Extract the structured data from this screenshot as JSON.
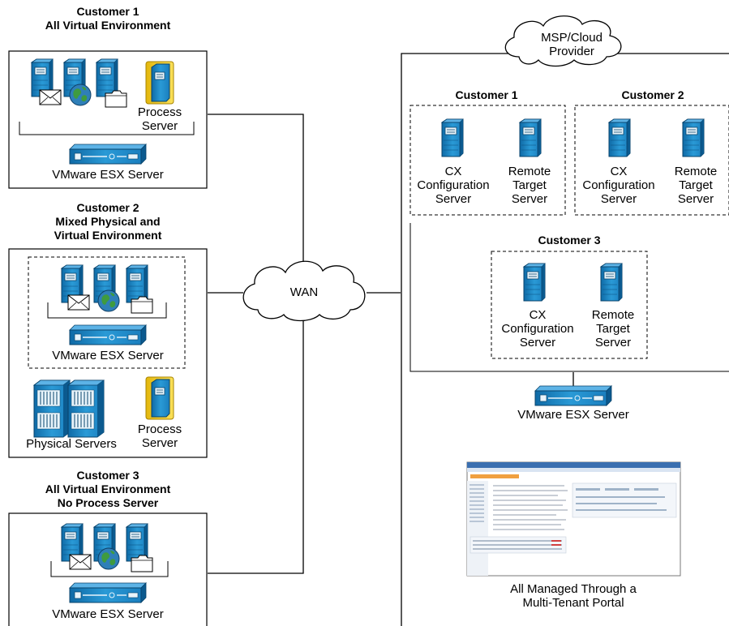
{
  "colors": {
    "server_blue": "#1e88c6",
    "server_dark": "#0d5f93",
    "process_yellow": "#f5d21a",
    "line": "#000000"
  },
  "left": {
    "customer1": {
      "title_line1": "Customer 1",
      "title_line2": "All Virtual Environment",
      "process_server_line1": "Process",
      "process_server_line2": "Server",
      "esx_label": "VMware ESX Server",
      "icons": [
        "server-icon",
        "mail-icon",
        "globe-icon",
        "folder-icon",
        "process-server-icon",
        "esx-host-icon"
      ]
    },
    "customer2": {
      "title_line1": "Customer 2",
      "title_line2": "Mixed Physical and",
      "title_line3": "Virtual Environment",
      "esx_label": "VMware ESX Server",
      "physical_label": "Physical Servers",
      "process_server_line1": "Process",
      "process_server_line2": "Server"
    },
    "customer3": {
      "title_line1": "Customer 3",
      "title_line2": "All Virtual Environment",
      "title_line3": "No Process Server",
      "esx_label": "VMware ESX Server"
    }
  },
  "wan": {
    "label": "WAN"
  },
  "provider": {
    "cloud_line1": "MSP/Cloud",
    "cloud_line2": "Provider",
    "esx_label": "VMware ESX Server",
    "portal_caption_line1": "All Managed Through a",
    "portal_caption_line2": "Multi-Tenant Portal",
    "customers": [
      {
        "title": "Customer 1",
        "cx_line1": "CX",
        "cx_line2": "Configuration",
        "cx_line3": "Server",
        "rt_line1": "Remote",
        "rt_line2": "Target",
        "rt_line3": "Server"
      },
      {
        "title": "Customer 2",
        "cx_line1": "CX",
        "cx_line2": "Configuration",
        "cx_line3": "Server",
        "rt_line1": "Remote",
        "rt_line2": "Target",
        "rt_line3": "Server"
      },
      {
        "title": "Customer 3",
        "cx_line1": "CX",
        "cx_line2": "Configuration",
        "cx_line3": "Server",
        "rt_line1": "Remote",
        "rt_line2": "Target",
        "rt_line3": "Server"
      }
    ]
  }
}
